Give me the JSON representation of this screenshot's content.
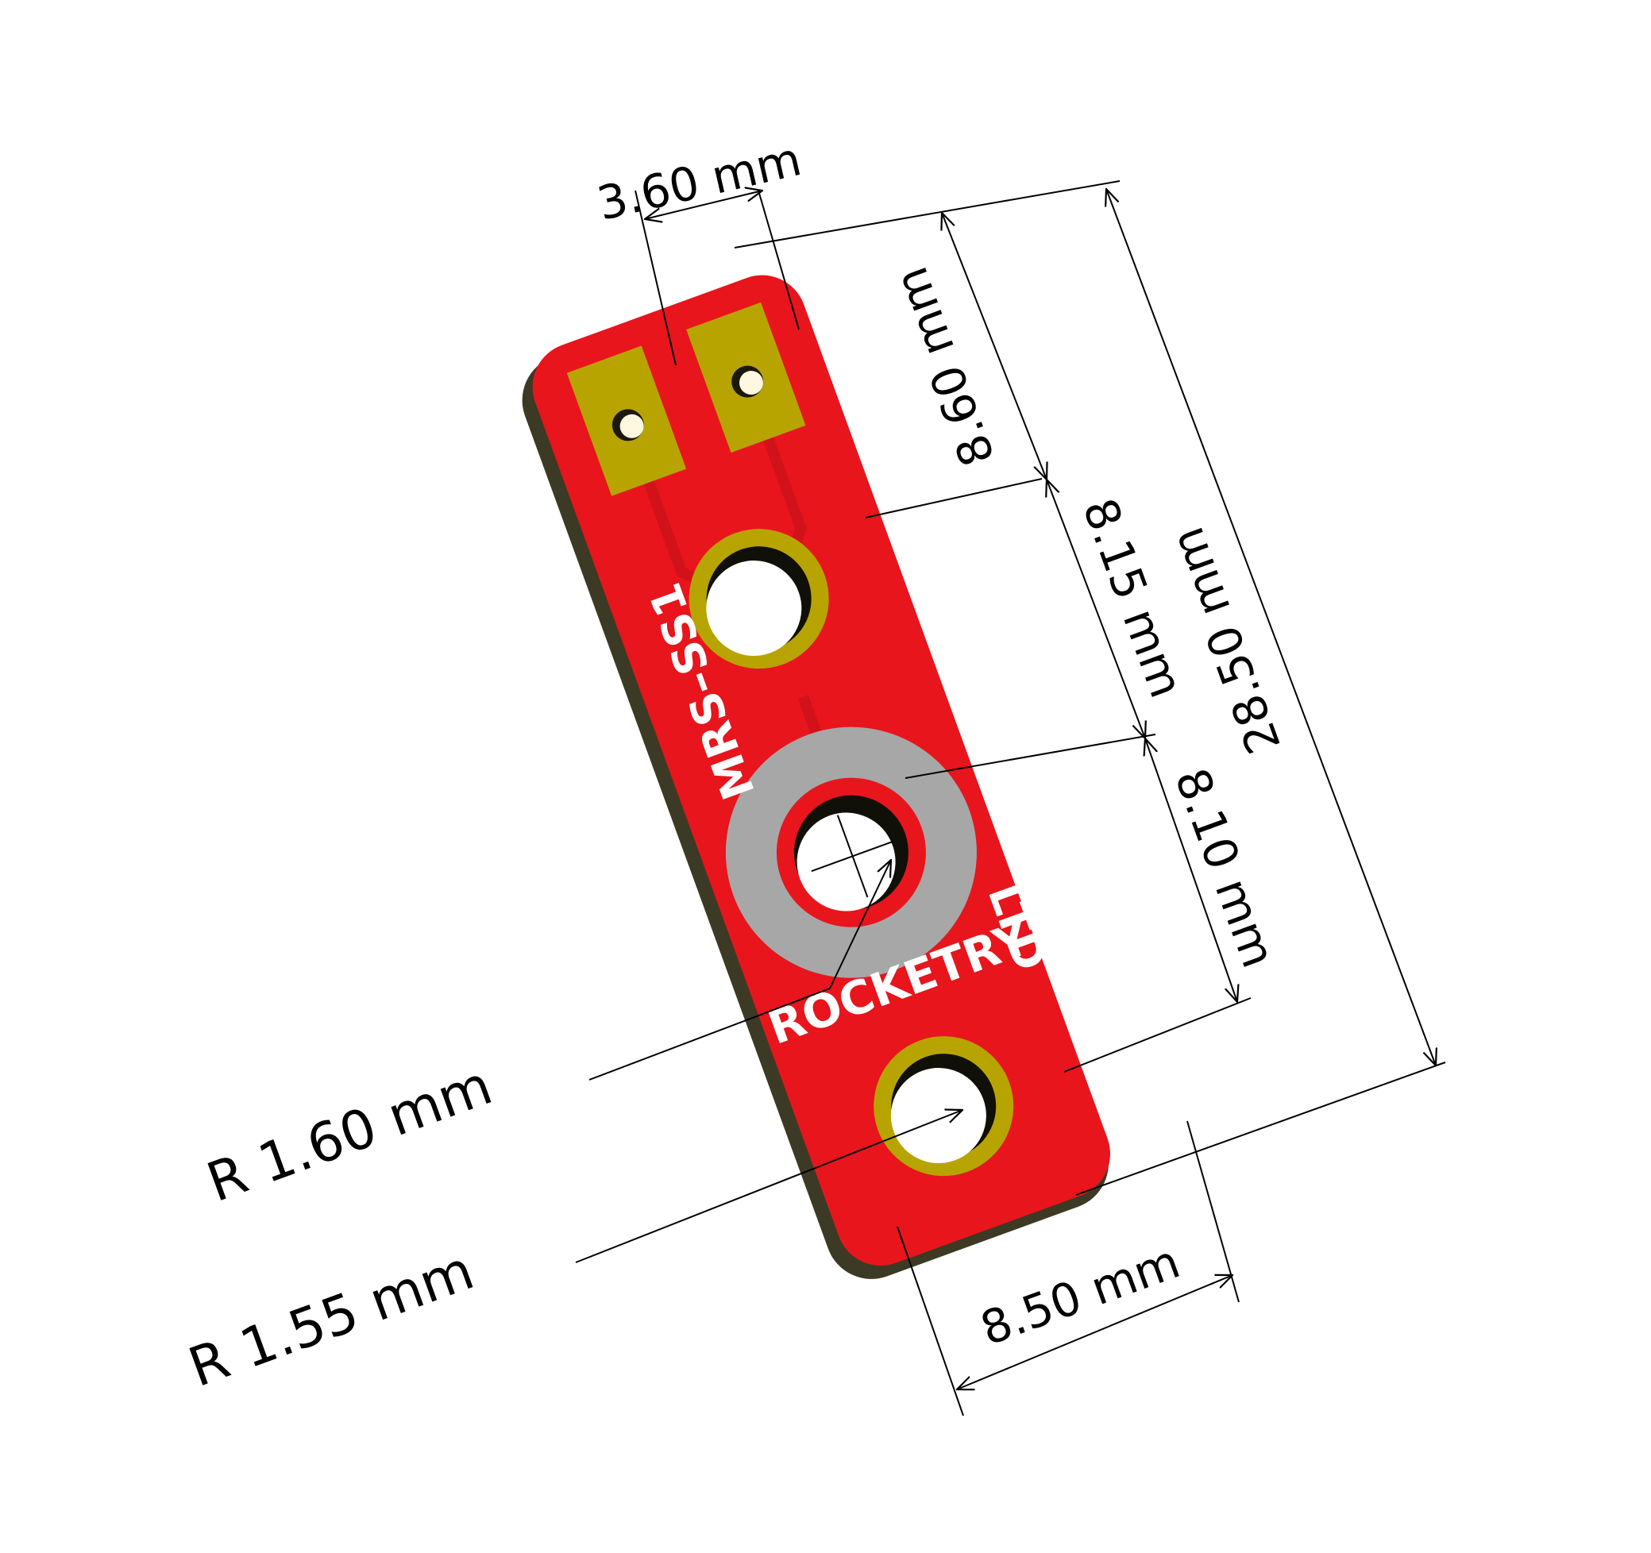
{
  "board": {
    "silk_label_top": "MRS–SS1",
    "silk_label_bottom_1": "ROCKETRY",
    "silk_label_bottom_2": "LTD"
  },
  "dimensions": {
    "pad_pitch": "3.60 mm",
    "pad_to_hole": "8.60 mm",
    "hole_to_center": "8.15 mm",
    "center_to_hole": "8.10 mm",
    "board_length": "28.50 mm",
    "board_width": "8.50 mm",
    "radius_center": "R 1.60 mm",
    "radius_hole": "R 1.55 mm"
  },
  "colors": {
    "soldermask": "#e8151d",
    "copper": "#b8a400",
    "substrate": "#3c3a24",
    "keepout_ring": "#a7a7a7",
    "silkscreen": "#ffffff",
    "dimension": "#000000"
  }
}
